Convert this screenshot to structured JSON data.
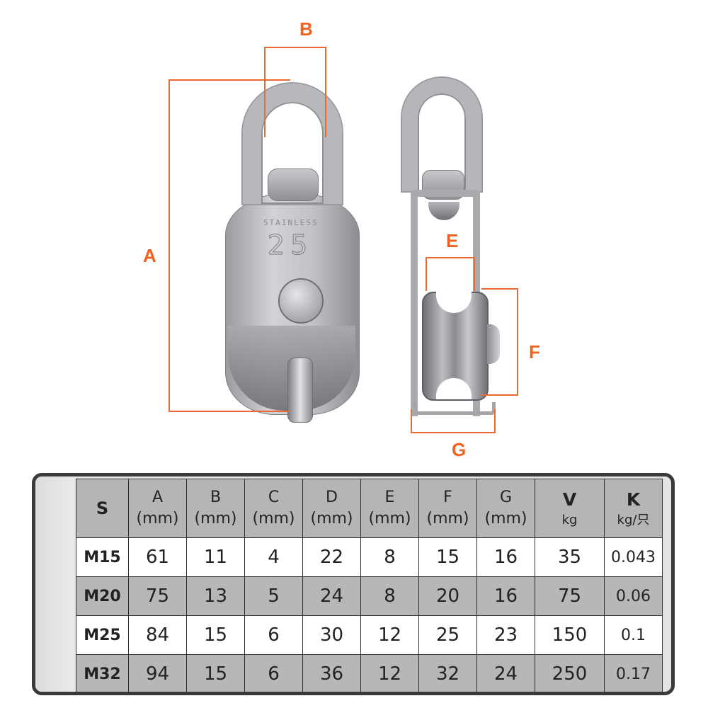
{
  "diagram": {
    "accent_color": "#f0621e",
    "product_left": {
      "engraving_line1": "STAINLESS",
      "engraving_line2": "25"
    },
    "dimension_labels": {
      "A": "A",
      "B": "B",
      "E": "E",
      "F": "F",
      "G": "G"
    }
  },
  "table": {
    "headers": [
      {
        "key": "S",
        "unit": ""
      },
      {
        "key": "A",
        "unit": "(mm)"
      },
      {
        "key": "B",
        "unit": "(mm)"
      },
      {
        "key": "C",
        "unit": "(mm)"
      },
      {
        "key": "D",
        "unit": "(mm)"
      },
      {
        "key": "E",
        "unit": "(mm)"
      },
      {
        "key": "F",
        "unit": "(mm)"
      },
      {
        "key": "G",
        "unit": "(mm)"
      },
      {
        "key": "V",
        "unit": "kg"
      },
      {
        "key": "K",
        "unit": "kg/只"
      }
    ],
    "rows": [
      {
        "cells": [
          "M15",
          "61",
          "11",
          "4",
          "22",
          "8",
          "15",
          "16",
          "35",
          "0.043"
        ]
      },
      {
        "cells": [
          "M20",
          "75",
          "13",
          "5",
          "24",
          "8",
          "20",
          "16",
          "75",
          "0.06"
        ]
      },
      {
        "cells": [
          "M25",
          "84",
          "15",
          "6",
          "30",
          "12",
          "25",
          "23",
          "150",
          "0.1"
        ]
      },
      {
        "cells": [
          "M32",
          "94",
          "15",
          "6",
          "36",
          "12",
          "32",
          "24",
          "250",
          "0.17"
        ]
      }
    ]
  }
}
